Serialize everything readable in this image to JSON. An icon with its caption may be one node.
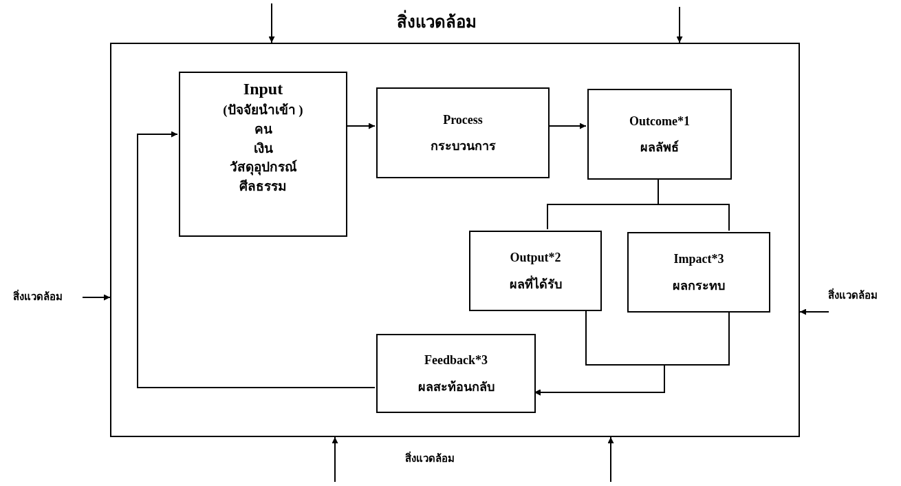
{
  "diagram": {
    "nodes": [
      {
        "text": [],
        "shape": "box"
      },
      {
        "text": [
          "Input",
          "(ปัจจัยนำเข้า )",
          "คน",
          "เงิน",
          "วัสดุอุปกรณ์",
          "ศีลธรรม"
        ],
        "in": 0
      },
      {
        "text": [
          "Process",
          "กระบวนการ"
        ],
        "in": 0
      },
      {
        "text": [
          "Outcome*1",
          "ผลลัพธ์"
        ],
        "in": 0
      },
      {
        "text": [
          "Output*2",
          "ผลที่ได้รับ"
        ],
        "in": 0
      },
      {
        "text": [
          "Impact*3",
          "ผลกระทบ"
        ],
        "in": 0
      },
      {
        "text": [
          "Feedback*3",
          "ผลสะท้อนกลับ"
        ],
        "in": 0
      }
    ],
    "edges": [
      {
        "from": 1,
        "to": 2,
        "arrow": "to"
      },
      {
        "from": 2,
        "to": 3,
        "arrow": "to"
      },
      {
        "from": 3,
        "to": 4,
        "arrow": "none"
      },
      {
        "from": 3,
        "to": 5,
        "arrow": "none"
      },
      {
        "from": 4,
        "to": 6,
        "arrow": "to"
      },
      {
        "from": 5,
        "to": 6,
        "arrow": "to"
      },
      {
        "from": 6,
        "to": 1,
        "arrow": "to"
      },
      {
        "from": null,
        "to": 0,
        "arrow": "to"
      },
      {
        "from": null,
        "to": 0,
        "arrow": "to"
      },
      {
        "from": null,
        "to": 0,
        "arrow": "to"
      },
      {
        "from": null,
        "to": 0,
        "arrow": "to"
      },
      {
        "from": null,
        "to": 0,
        "arrow": "to"
      },
      {
        "from": null,
        "to": 0,
        "arrow": "to"
      }
    ],
    "labels": [
      "สิ่งแวดล้อม",
      "สิ่งแวดล้อม",
      "สิ่งแวดล้อม",
      "สิ่งแวดล้อม"
    ]
  }
}
